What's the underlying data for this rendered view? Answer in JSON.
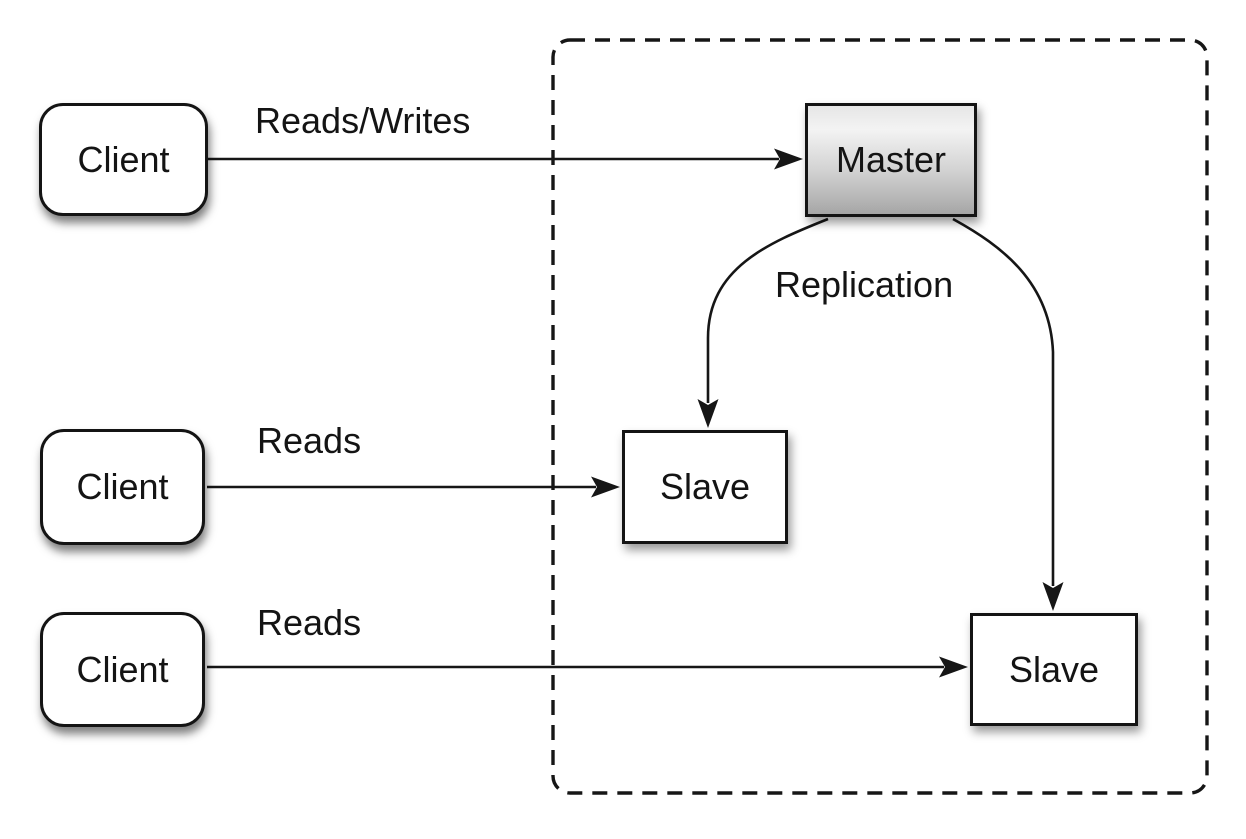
{
  "nodes": {
    "client1": {
      "label": "Client"
    },
    "client2": {
      "label": "Client"
    },
    "client3": {
      "label": "Client"
    },
    "master": {
      "label": "Master"
    },
    "slave1": {
      "label": "Slave"
    },
    "slave2": {
      "label": "Slave"
    }
  },
  "edges": {
    "client1_master": {
      "label": "Reads/Writes"
    },
    "client2_slave1": {
      "label": "Reads"
    },
    "client3_slave2": {
      "label": "Reads"
    },
    "master_slaves": {
      "label": "Replication"
    }
  },
  "colors": {
    "background": "#ffffff",
    "stroke": "#161616",
    "node_fill": "#ffffff",
    "master_gradient_top": "#f3f3f3",
    "master_gradient_bottom": "#a6a6a6"
  }
}
